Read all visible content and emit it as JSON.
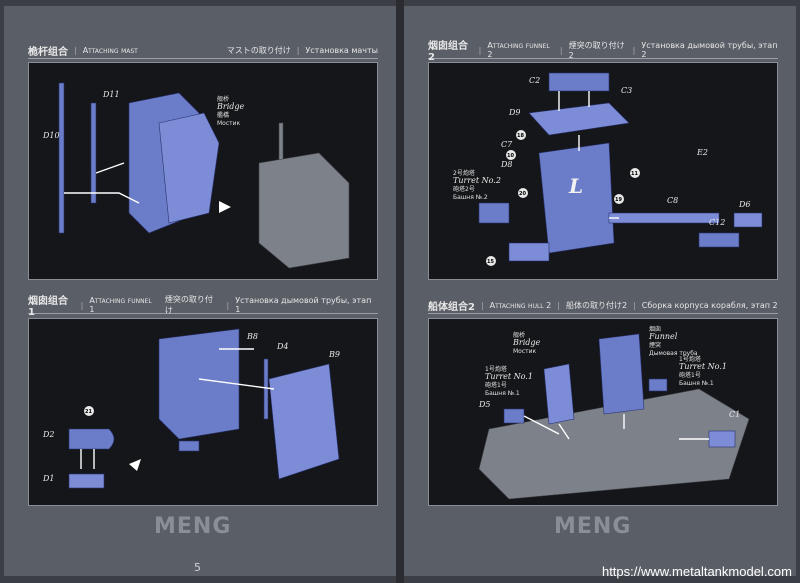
{
  "sections": {
    "mast": {
      "title_cn": "桅杆组合",
      "title_en": "Attaching mast",
      "title_jp": "マストの取り付け",
      "title_ru": "Установка мачты"
    },
    "funnel1": {
      "title_cn": "烟囱组合1",
      "title_en": "Attaching funnel 1",
      "title_jp": "煙突の取り付け",
      "title_ru": "Установка дымовой трубы, этап 1"
    },
    "funnel2": {
      "title_cn": "烟囱组合2",
      "title_en": "Attaching funnel 2",
      "title_jp": "煙突の取り付け2",
      "title_ru": "Установка дымовой трубы, этап 2"
    },
    "hull2": {
      "title_cn": "船体组合2",
      "title_en": "Attaching hull 2",
      "title_jp": "船体の取り付け2",
      "title_ru": "Сборка корпуса корабля, этап 2"
    }
  },
  "parts": {
    "d10": "D10",
    "d11": "D11",
    "b8": "B8",
    "b9": "B9",
    "d4": "D4",
    "d2": "D2",
    "d1": "D1",
    "c2": "C2",
    "c3": "C3",
    "d9": "D9",
    "c7": "C7",
    "d8": "D8",
    "c8": "C8",
    "c12": "C12",
    "d6": "D6",
    "e2": "E2",
    "d5": "D5",
    "c1": "C1",
    "l": "L"
  },
  "names": {
    "bridge_cn": "舰桥",
    "bridge_en": "Bridge",
    "bridge_jp": "艦橋",
    "bridge_ru": "Мостик",
    "turret2_cn": "2号炮塔",
    "turret2_en": "Turret No.2",
    "turret2_jp": "砲塔2号",
    "turret2_ru": "Башня №.2",
    "turret1_cn": "1号炮塔",
    "turret1_en": "Turret No.1",
    "turret1_jp": "砲塔1号",
    "turret1_ru": "Башня №.1",
    "funnel_cn": "烟囱",
    "funnel_en": "Funnel",
    "funnel_jp": "煙突",
    "funnel_ru": "Дымовая труба"
  },
  "badges": {
    "b21": "21",
    "b18": "18",
    "b20": "20",
    "b11": "11",
    "b19": "19",
    "b15": "15",
    "b10": "10"
  },
  "brand": "MENG",
  "page_number": "5",
  "watermark": "https://www.metaltankmodel.com"
}
